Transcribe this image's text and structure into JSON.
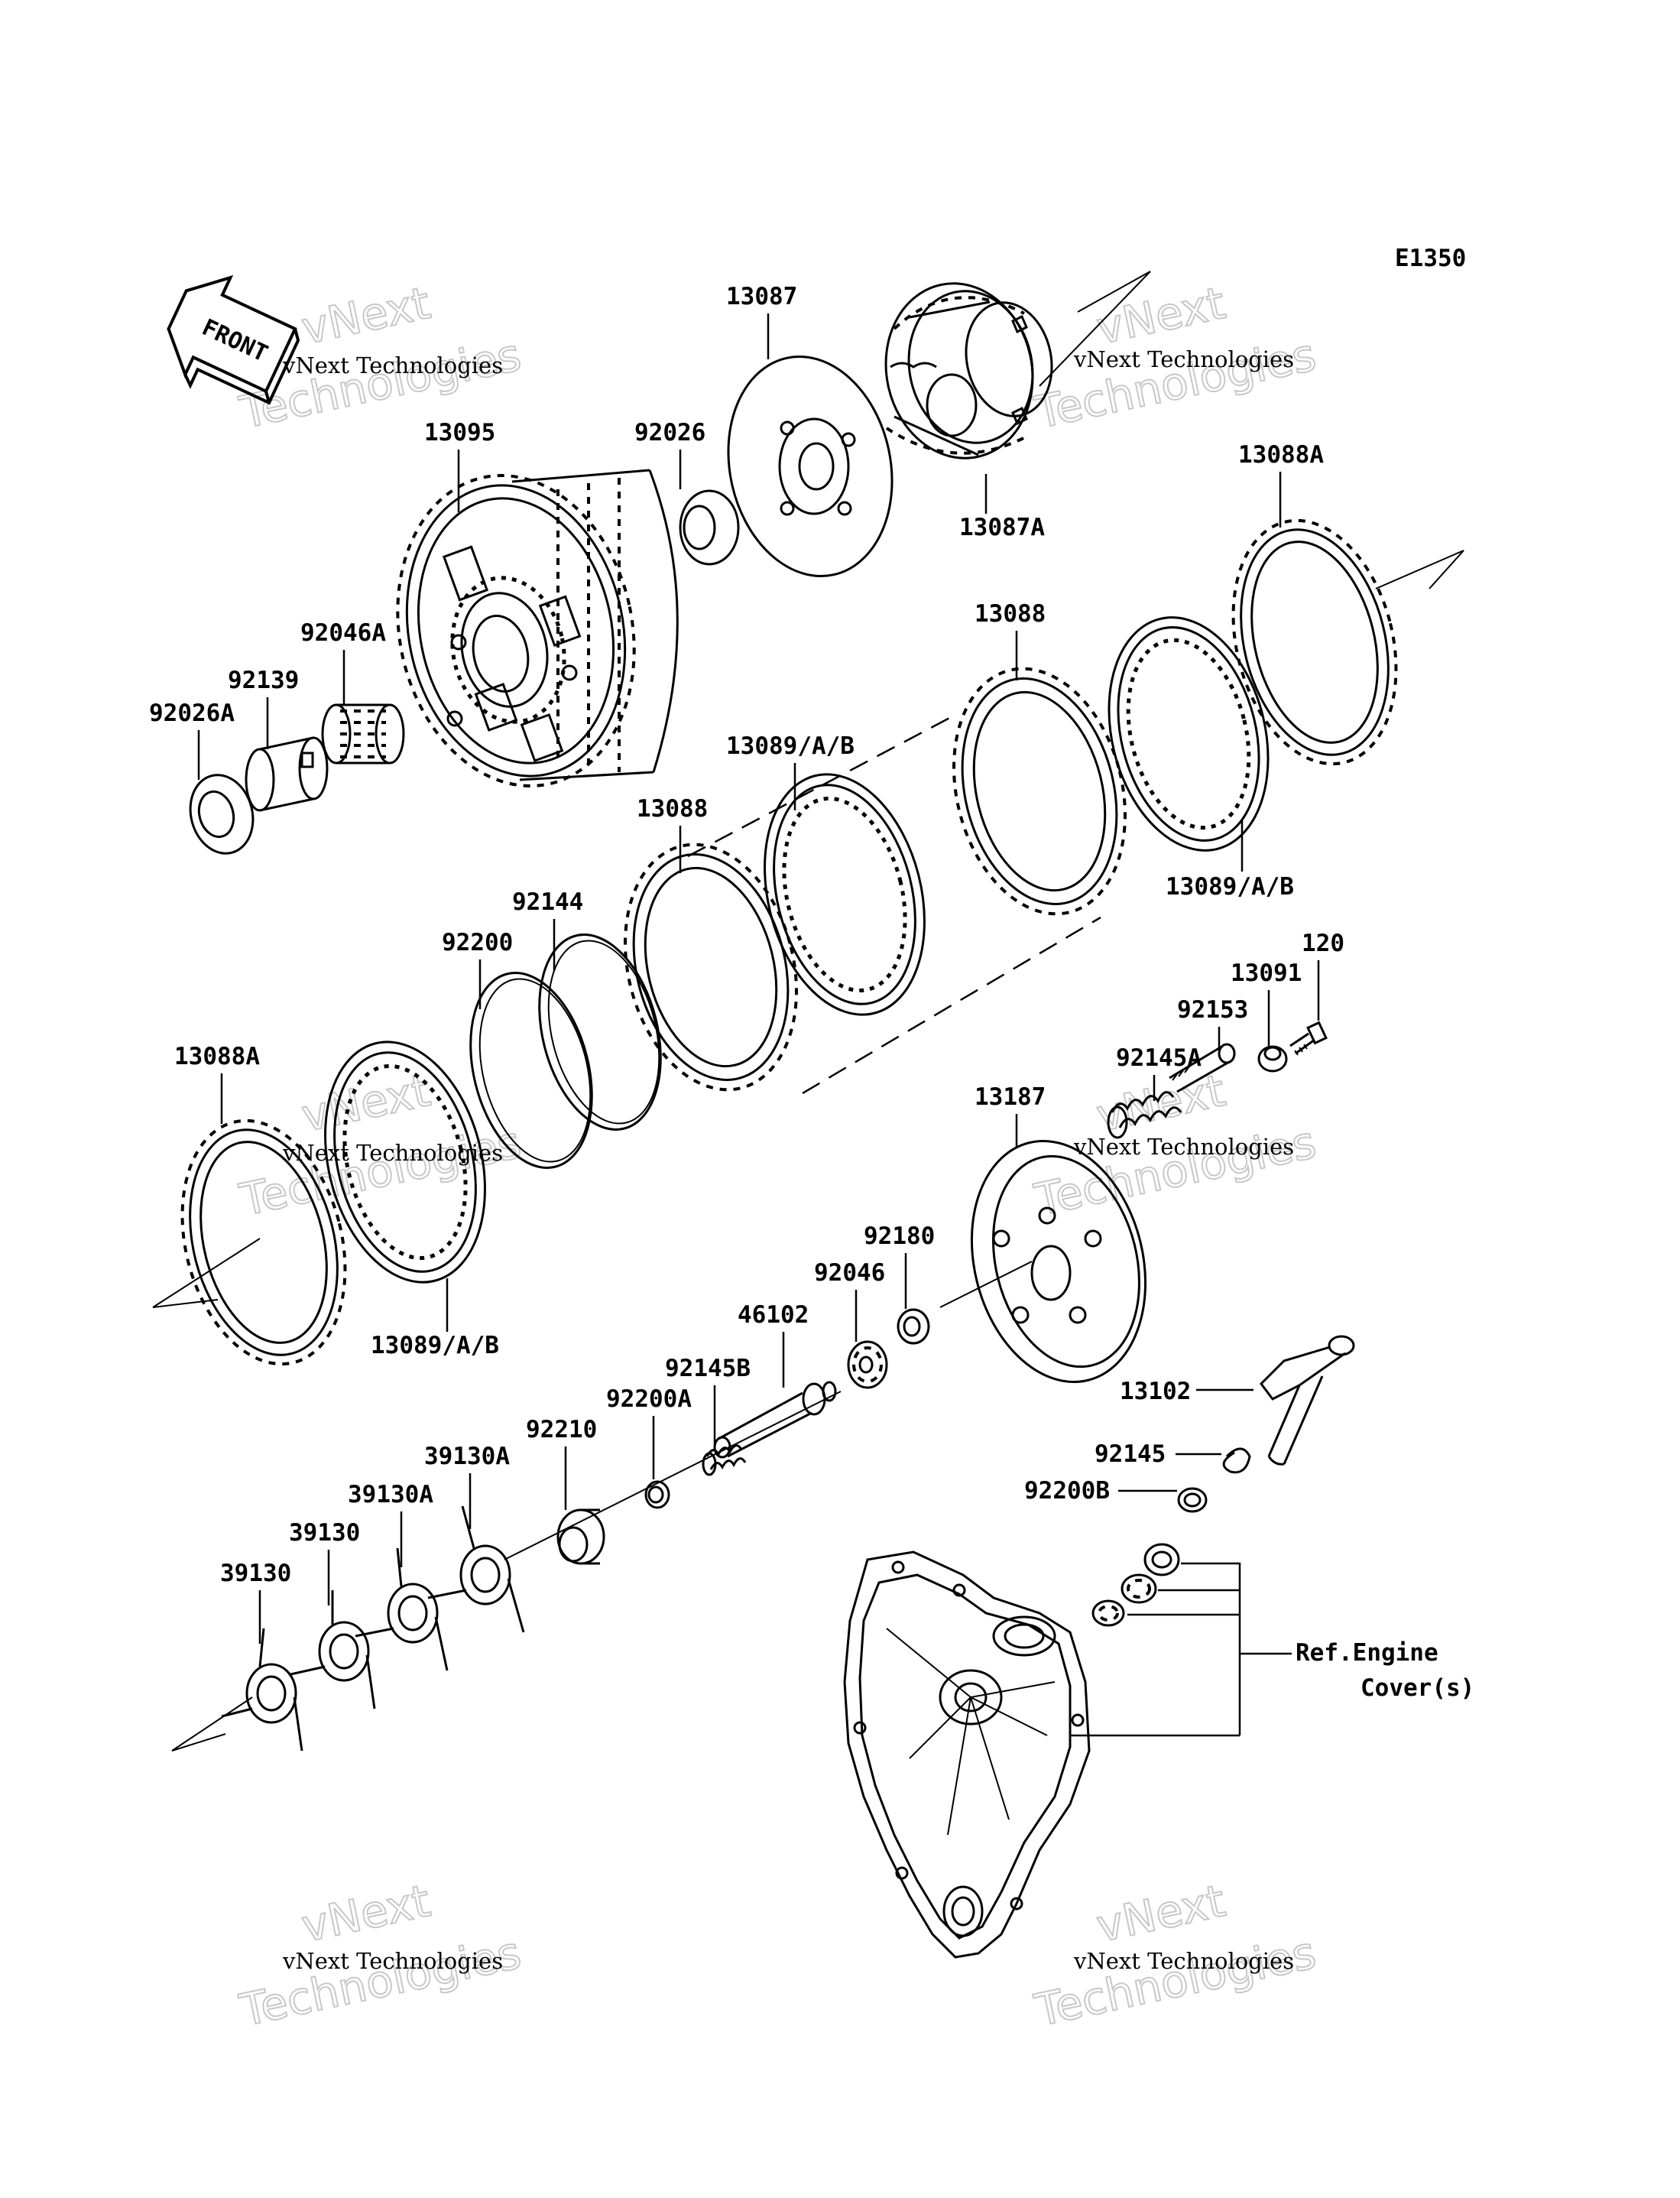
{
  "diagram": {
    "code": "E1350",
    "front_label": "FRONT",
    "watermark": {
      "line1": "vNext",
      "line2": "Technologies",
      "caption": "vNext Technologies"
    },
    "parts": {
      "p13087": "13087",
      "p13087A": "13087A",
      "p13095": "13095",
      "p92026": "92026",
      "p13088A_top": "13088A",
      "p13088_top": "13088",
      "p92046A": "92046A",
      "p92139": "92139",
      "p92026A": "92026A",
      "p13089_mid": "13089/A/B",
      "p13088_mid": "13088",
      "p13089_right": "13089/A/B",
      "p92144": "92144",
      "p92200": "92200",
      "p13091": "13091",
      "p120": "120",
      "p92153": "92153",
      "p92145A": "92145A",
      "p13187": "13187",
      "p13088A_left": "13088A",
      "p92180": "92180",
      "p92046": "92046",
      "p46102": "46102",
      "p13089_bottom": "13089/A/B",
      "p92145B": "92145B",
      "p92200A": "92200A",
      "p92210": "92210",
      "p13102": "13102",
      "p39130A_1": "39130A",
      "p39130A_2": "39130A",
      "p39130_1": "39130",
      "p39130_2": "39130",
      "p92145": "92145",
      "p92200B": "92200B"
    },
    "reference": {
      "line1": "Ref.Engine",
      "line2": "Cover(s)"
    }
  }
}
